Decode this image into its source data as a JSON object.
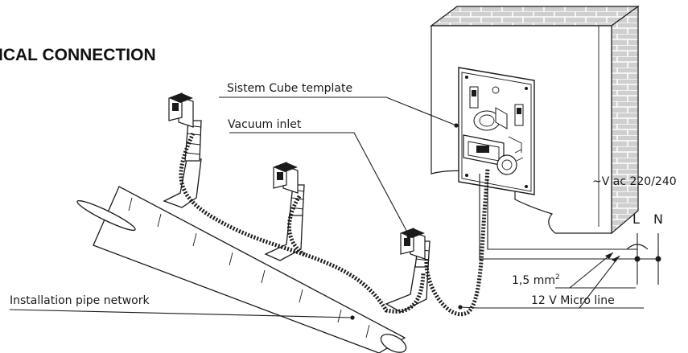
{
  "title": "ICAL CONNECTION",
  "labels": {
    "template": "Sistem Cube template",
    "vacuum_inlet": "Vacuum inlet",
    "voltage": "~V ac 220/240",
    "live": "L",
    "neutral": "N",
    "wire_section_base": "1,5 mm",
    "wire_section_sup": "2",
    "micro_line": "12 V Micro line",
    "pipe_network": "Installation pipe network"
  }
}
